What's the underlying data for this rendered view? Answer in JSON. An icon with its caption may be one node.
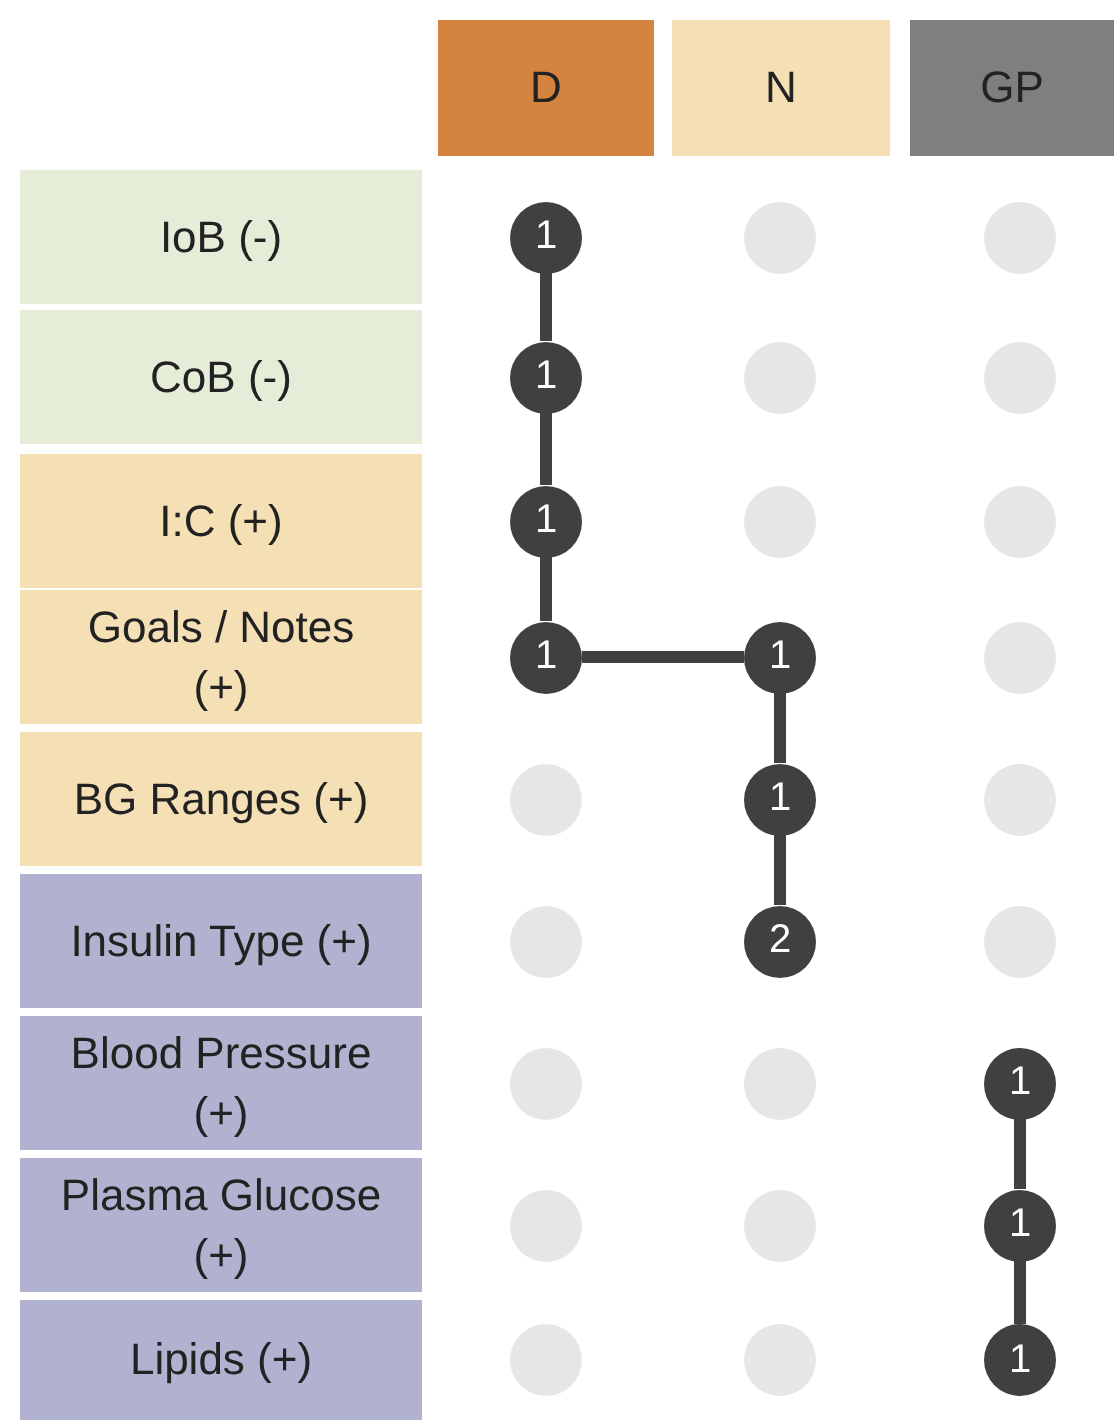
{
  "diagram": {
    "nodes": [
      {
        "text": [
          "D"
        ]
      },
      {
        "text": [
          "N"
        ]
      },
      {
        "text": [
          "GP"
        ]
      },
      {
        "text": [
          "IoB (-)"
        ]
      },
      {
        "text": [
          "1"
        ]
      },
      {
        "text": [],
        "shape": "circle"
      },
      {
        "text": [],
        "shape": "circle"
      },
      {
        "text": [
          "CoB (-)"
        ]
      },
      {
        "text": [
          "1"
        ]
      },
      {
        "text": [],
        "shape": "circle"
      },
      {
        "text": [],
        "shape": "circle"
      },
      {
        "text": [
          "I:C (+)"
        ]
      },
      {
        "text": [
          "1"
        ]
      },
      {
        "text": [],
        "shape": "circle"
      },
      {
        "text": [],
        "shape": "circle"
      },
      {
        "text": [
          "Goals / Notes (+)"
        ]
      },
      {
        "text": [
          "1"
        ]
      },
      {
        "text": [
          "1"
        ]
      },
      {
        "text": [],
        "shape": "circle"
      },
      {
        "text": [
          "BG Ranges (+)"
        ]
      },
      {
        "text": [],
        "shape": "circle"
      },
      {
        "text": [
          "1"
        ]
      },
      {
        "text": [],
        "shape": "circle"
      },
      {
        "text": [
          "Insulin Type (+)"
        ]
      },
      {
        "text": [],
        "shape": "circle"
      },
      {
        "text": [
          "2"
        ]
      },
      {
        "text": [],
        "shape": "circle"
      },
      {
        "text": [
          "Blood Pressure (+)"
        ]
      },
      {
        "text": [],
        "shape": "circle"
      },
      {
        "text": [],
        "shape": "circle"
      },
      {
        "text": [
          "1"
        ]
      },
      {
        "text": [
          "Plasma Glucose (+)"
        ]
      },
      {
        "text": [],
        "shape": "circle"
      },
      {
        "text": [],
        "shape": "circle"
      },
      {
        "text": [
          "1"
        ]
      },
      {
        "text": [
          "Lipids (+)"
        ]
      },
      {
        "text": [],
        "shape": "circle"
      },
      {
        "text": [],
        "shape": "circle"
      },
      {
        "text": [
          "1"
        ]
      }
    ],
    "edges": [
      {
        "from": 4,
        "to": 8,
        "arrow": "none"
      },
      {
        "from": 8,
        "to": 12,
        "arrow": "none"
      },
      {
        "from": 12,
        "to": 16,
        "arrow": "none"
      },
      {
        "from": 16,
        "to": 17,
        "arrow": "none"
      },
      {
        "from": 17,
        "to": 21,
        "arrow": "none"
      },
      {
        "from": 21,
        "to": 25,
        "arrow": "none"
      },
      {
        "from": 30,
        "to": 34,
        "arrow": "none"
      },
      {
        "from": 34,
        "to": 38,
        "arrow": "none"
      }
    ]
  }
}
